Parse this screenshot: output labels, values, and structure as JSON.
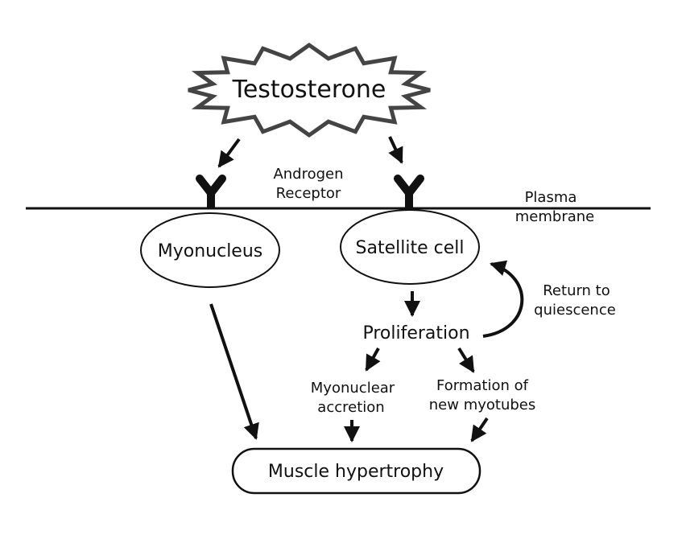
{
  "hormone": {
    "label": "Testosterone"
  },
  "receptor": {
    "label_line1": "Androgen",
    "label_line2": "Receptor"
  },
  "membrane": {
    "label_line1": "Plasma",
    "label_line2": "membrane"
  },
  "nodes": {
    "myonucleus": "Myonucleus",
    "satellite_cell": "Satellite cell",
    "proliferation": "Proliferation",
    "return_line1": "Return to",
    "return_line2": "quiescence",
    "myonuclear_line1": "Myonuclear",
    "myonuclear_line2": "accretion",
    "formation_line1": "Formation of",
    "formation_line2": "new myotubes",
    "hypertrophy": "Muscle hypertrophy"
  }
}
